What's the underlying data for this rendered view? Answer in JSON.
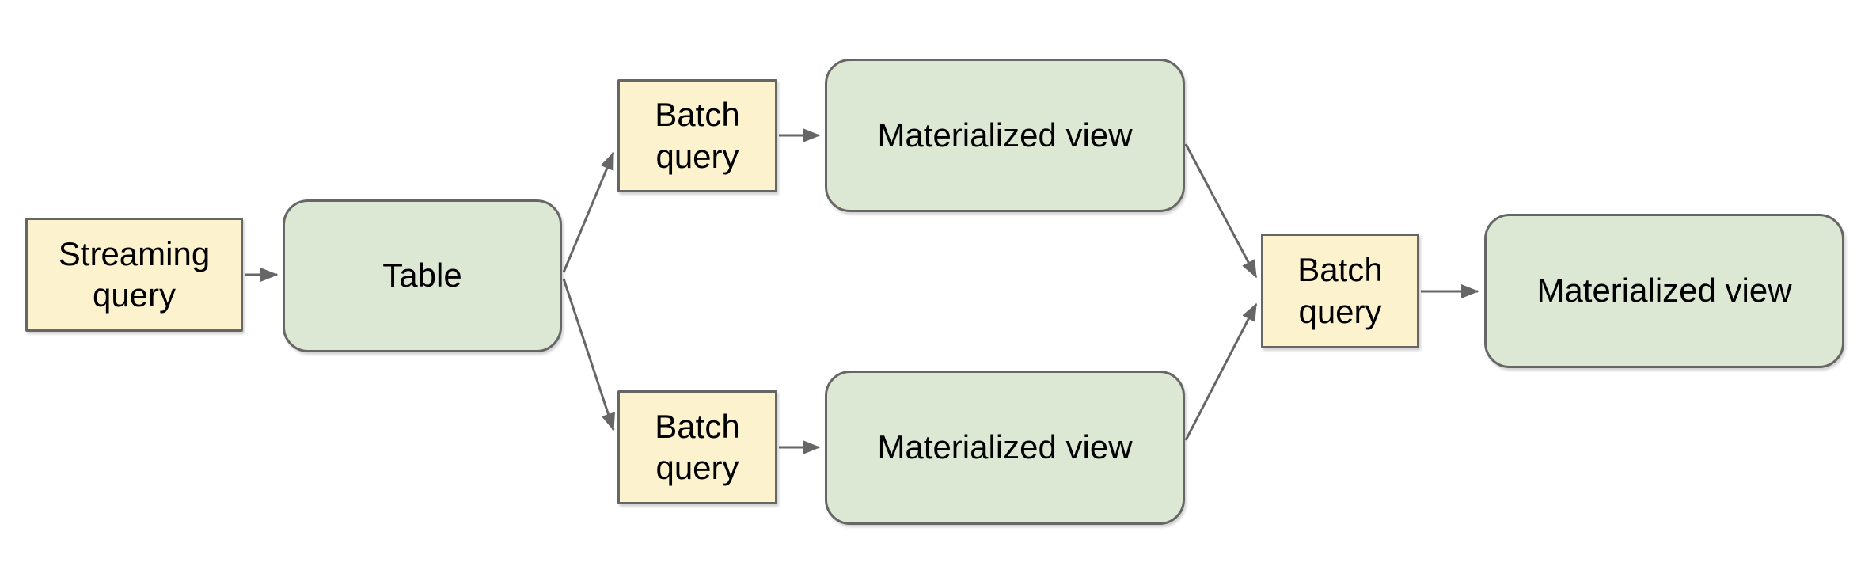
{
  "diagram": {
    "colors": {
      "canvas_bg": "#ffffff",
      "query_fill": "#fcf2cd",
      "view_fill": "#dce8d4",
      "node_border": "#666666",
      "arrow": "#666666",
      "label_text": "#000000"
    },
    "nodes": {
      "streaming_query": {
        "label": "Streaming query",
        "kind": "query"
      },
      "table": {
        "label": "Table",
        "kind": "table"
      },
      "batch_query_top": {
        "label": "Batch query",
        "kind": "query"
      },
      "materialized_view_top": {
        "label": "Materialized view",
        "kind": "view"
      },
      "batch_query_bottom": {
        "label": "Batch query",
        "kind": "query"
      },
      "materialized_view_bottom": {
        "label": "Materialized view",
        "kind": "view"
      },
      "batch_query_right": {
        "label": "Batch query",
        "kind": "query"
      },
      "materialized_view_right": {
        "label": "Materialized view",
        "kind": "view"
      }
    },
    "edges": [
      {
        "from": "streaming_query",
        "to": "table"
      },
      {
        "from": "table",
        "to": "batch_query_top"
      },
      {
        "from": "table",
        "to": "batch_query_bottom"
      },
      {
        "from": "batch_query_top",
        "to": "materialized_view_top"
      },
      {
        "from": "batch_query_bottom",
        "to": "materialized_view_bottom"
      },
      {
        "from": "materialized_view_top",
        "to": "batch_query_right"
      },
      {
        "from": "materialized_view_bottom",
        "to": "batch_query_right"
      },
      {
        "from": "batch_query_right",
        "to": "materialized_view_right"
      }
    ]
  }
}
